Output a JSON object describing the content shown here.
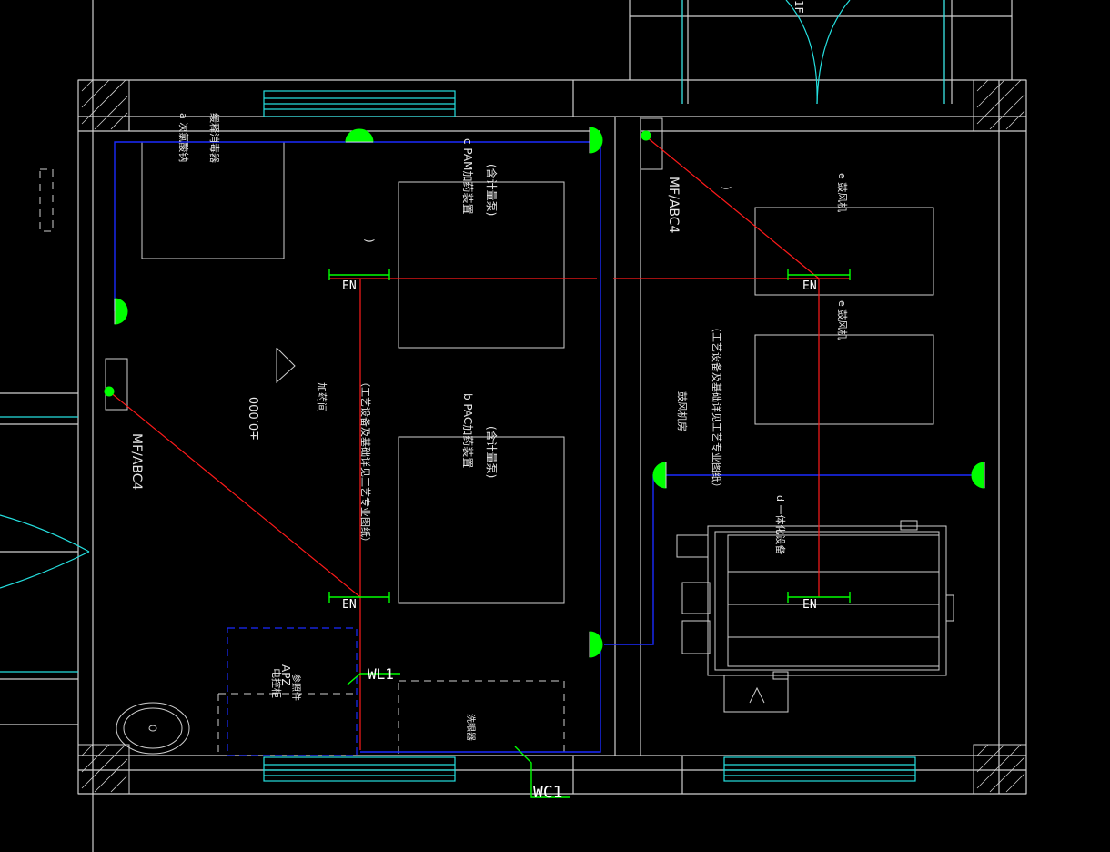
{
  "labels": {
    "en": "EN",
    "wl1": "WL1",
    "wc1": "WC1",
    "extinguisher": "MF/ABC4",
    "elevation": "±0.000",
    "dosing_room": "加药间",
    "blower_room": "鼓风机房",
    "process_note": "（工艺设备及基础详见工艺专业图纸）",
    "item_a": "a 次氯酸钠",
    "item_a2": "缓释消毒器",
    "item_b": "b PAC加药装置",
    "item_b2": "(含计量泵)",
    "item_c": "c PAM加药装置",
    "item_c2": "(含计量泵)",
    "item_d": "d 一体化设备",
    "item_e": "e 鼓风机",
    "panel_pz": "APZ",
    "panel_caption": "电控柜",
    "panel_caption2": "参照件",
    "wash_basin": "洗眼器",
    "paren": ")",
    "top_mark": "1F"
  },
  "colors": {
    "wall": "#cfcfcf",
    "blue_wire": "#1a2bff",
    "red_wire": "#ff1a1a",
    "green": "#00ff00",
    "cyan": "#25e0e0",
    "equip": "#d9d9d9"
  }
}
